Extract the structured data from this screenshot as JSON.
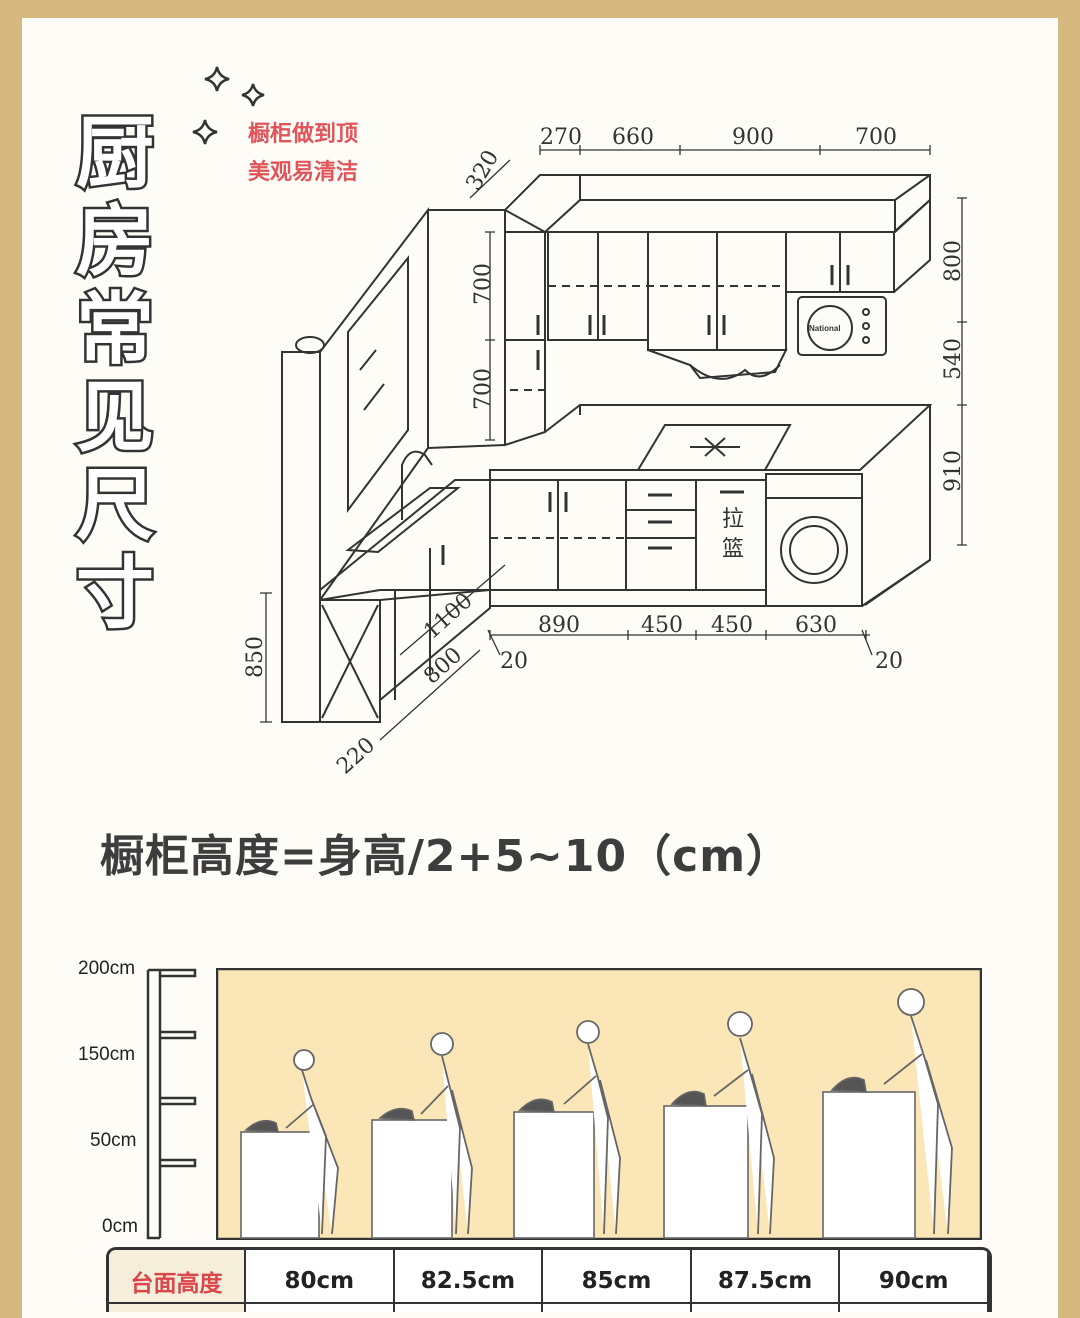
{
  "title_chars": [
    "厨",
    "房",
    "常",
    "见",
    "尺",
    "寸"
  ],
  "note_lines": [
    "橱柜做到顶",
    "美观易清洁"
  ],
  "wall_cabinet_dims": [
    "270",
    "660",
    "900",
    "700"
  ],
  "depth_dim": "320",
  "right_dims": [
    "800",
    "540",
    "910"
  ],
  "left_upper_dims": [
    "700",
    "700"
  ],
  "left_height_dim": "850",
  "base_dims": [
    "890",
    "450",
    "450",
    "630"
  ],
  "gap_dims": [
    "20",
    "20"
  ],
  "diag_dims": [
    "1100",
    "800",
    "220"
  ],
  "drawer_label": [
    "拉",
    "篮"
  ],
  "microwave_brand": "National",
  "formula": "橱柜高度=身高/2+5~10（cm）",
  "axis_labels": [
    "200cm",
    "150cm",
    "50cm",
    "0cm"
  ],
  "counter_table": {
    "header": "台面高度",
    "values": [
      "80cm",
      "82.5cm",
      "85cm",
      "87.5cm",
      "90cm"
    ]
  },
  "colors": {
    "page_frame": "#d6b97f",
    "panel_bg": "#fbe6b8",
    "note_red": "#e0545a"
  }
}
